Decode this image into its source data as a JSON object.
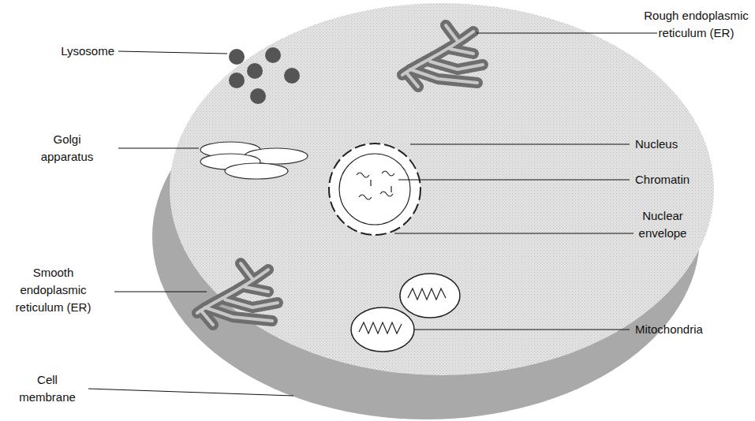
{
  "diagram": {
    "labels": [
      "Lysosome",
      "Rough endoplasmic reticulum (ER)",
      "Golgi apparatus",
      "Nucleus",
      "Chromatin",
      "Nuclear envelope",
      "Smooth endoplasmic reticulum (ER)",
      "Mitochondria",
      "Cell membrane"
    ]
  }
}
